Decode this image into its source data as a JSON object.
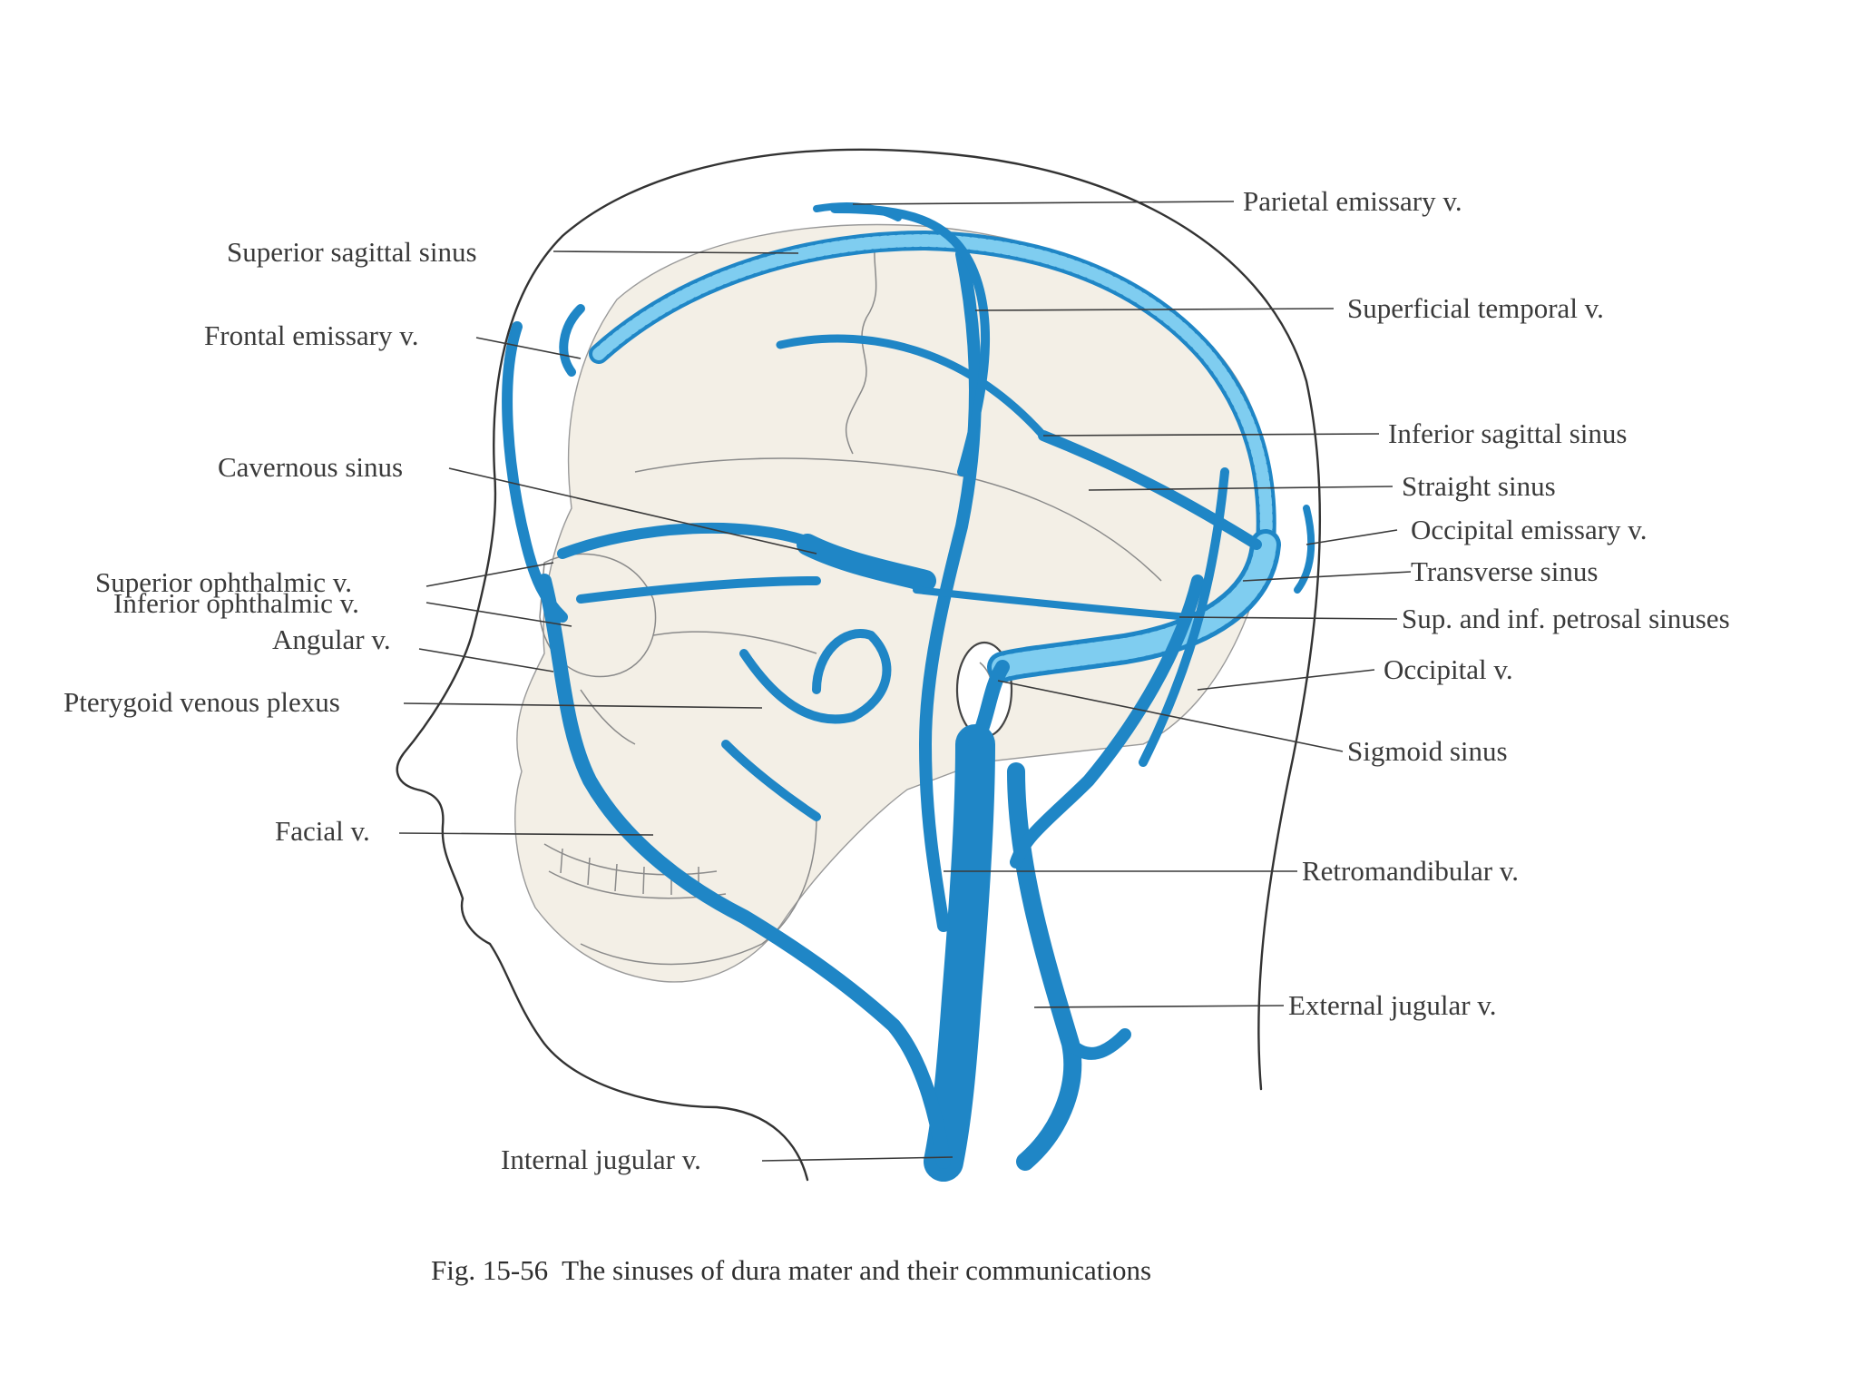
{
  "labels": {
    "parietal_emissary": "Parietal emissary v.",
    "superior_sagittal": "Superior sagittal sinus",
    "superficial_temporal": "Superficial temporal v.",
    "frontal_emissary": "Frontal emissary v.",
    "inferior_sagittal": "Inferior sagittal sinus",
    "cavernous": "Cavernous sinus",
    "straight": "Straight sinus",
    "occipital_emissary": "Occipital emissary v.",
    "superior_ophthalmic": "Superior ophthalmic v.",
    "transverse": "Transverse sinus",
    "inferior_ophthalmic": "Inferior ophthalmic v.",
    "petrosal": "Sup. and inf. petrosal sinuses",
    "angular": "Angular v.",
    "occipital_v": "Occipital v.",
    "pterygoid": "Pterygoid venous plexus",
    "sigmoid": "Sigmoid sinus",
    "facial": "Facial v.",
    "retromandibular": "Retromandibular v.",
    "external_jugular": "External jugular v.",
    "internal_jugular": "Internal jugular v."
  },
  "caption": "Fig. 15-56  The sinuses of dura mater and their communications",
  "colors": {
    "vein": "#1f86c6",
    "sinus_light": "#7fcdf0",
    "outline": "#333333",
    "skull": "#f3efe6"
  }
}
